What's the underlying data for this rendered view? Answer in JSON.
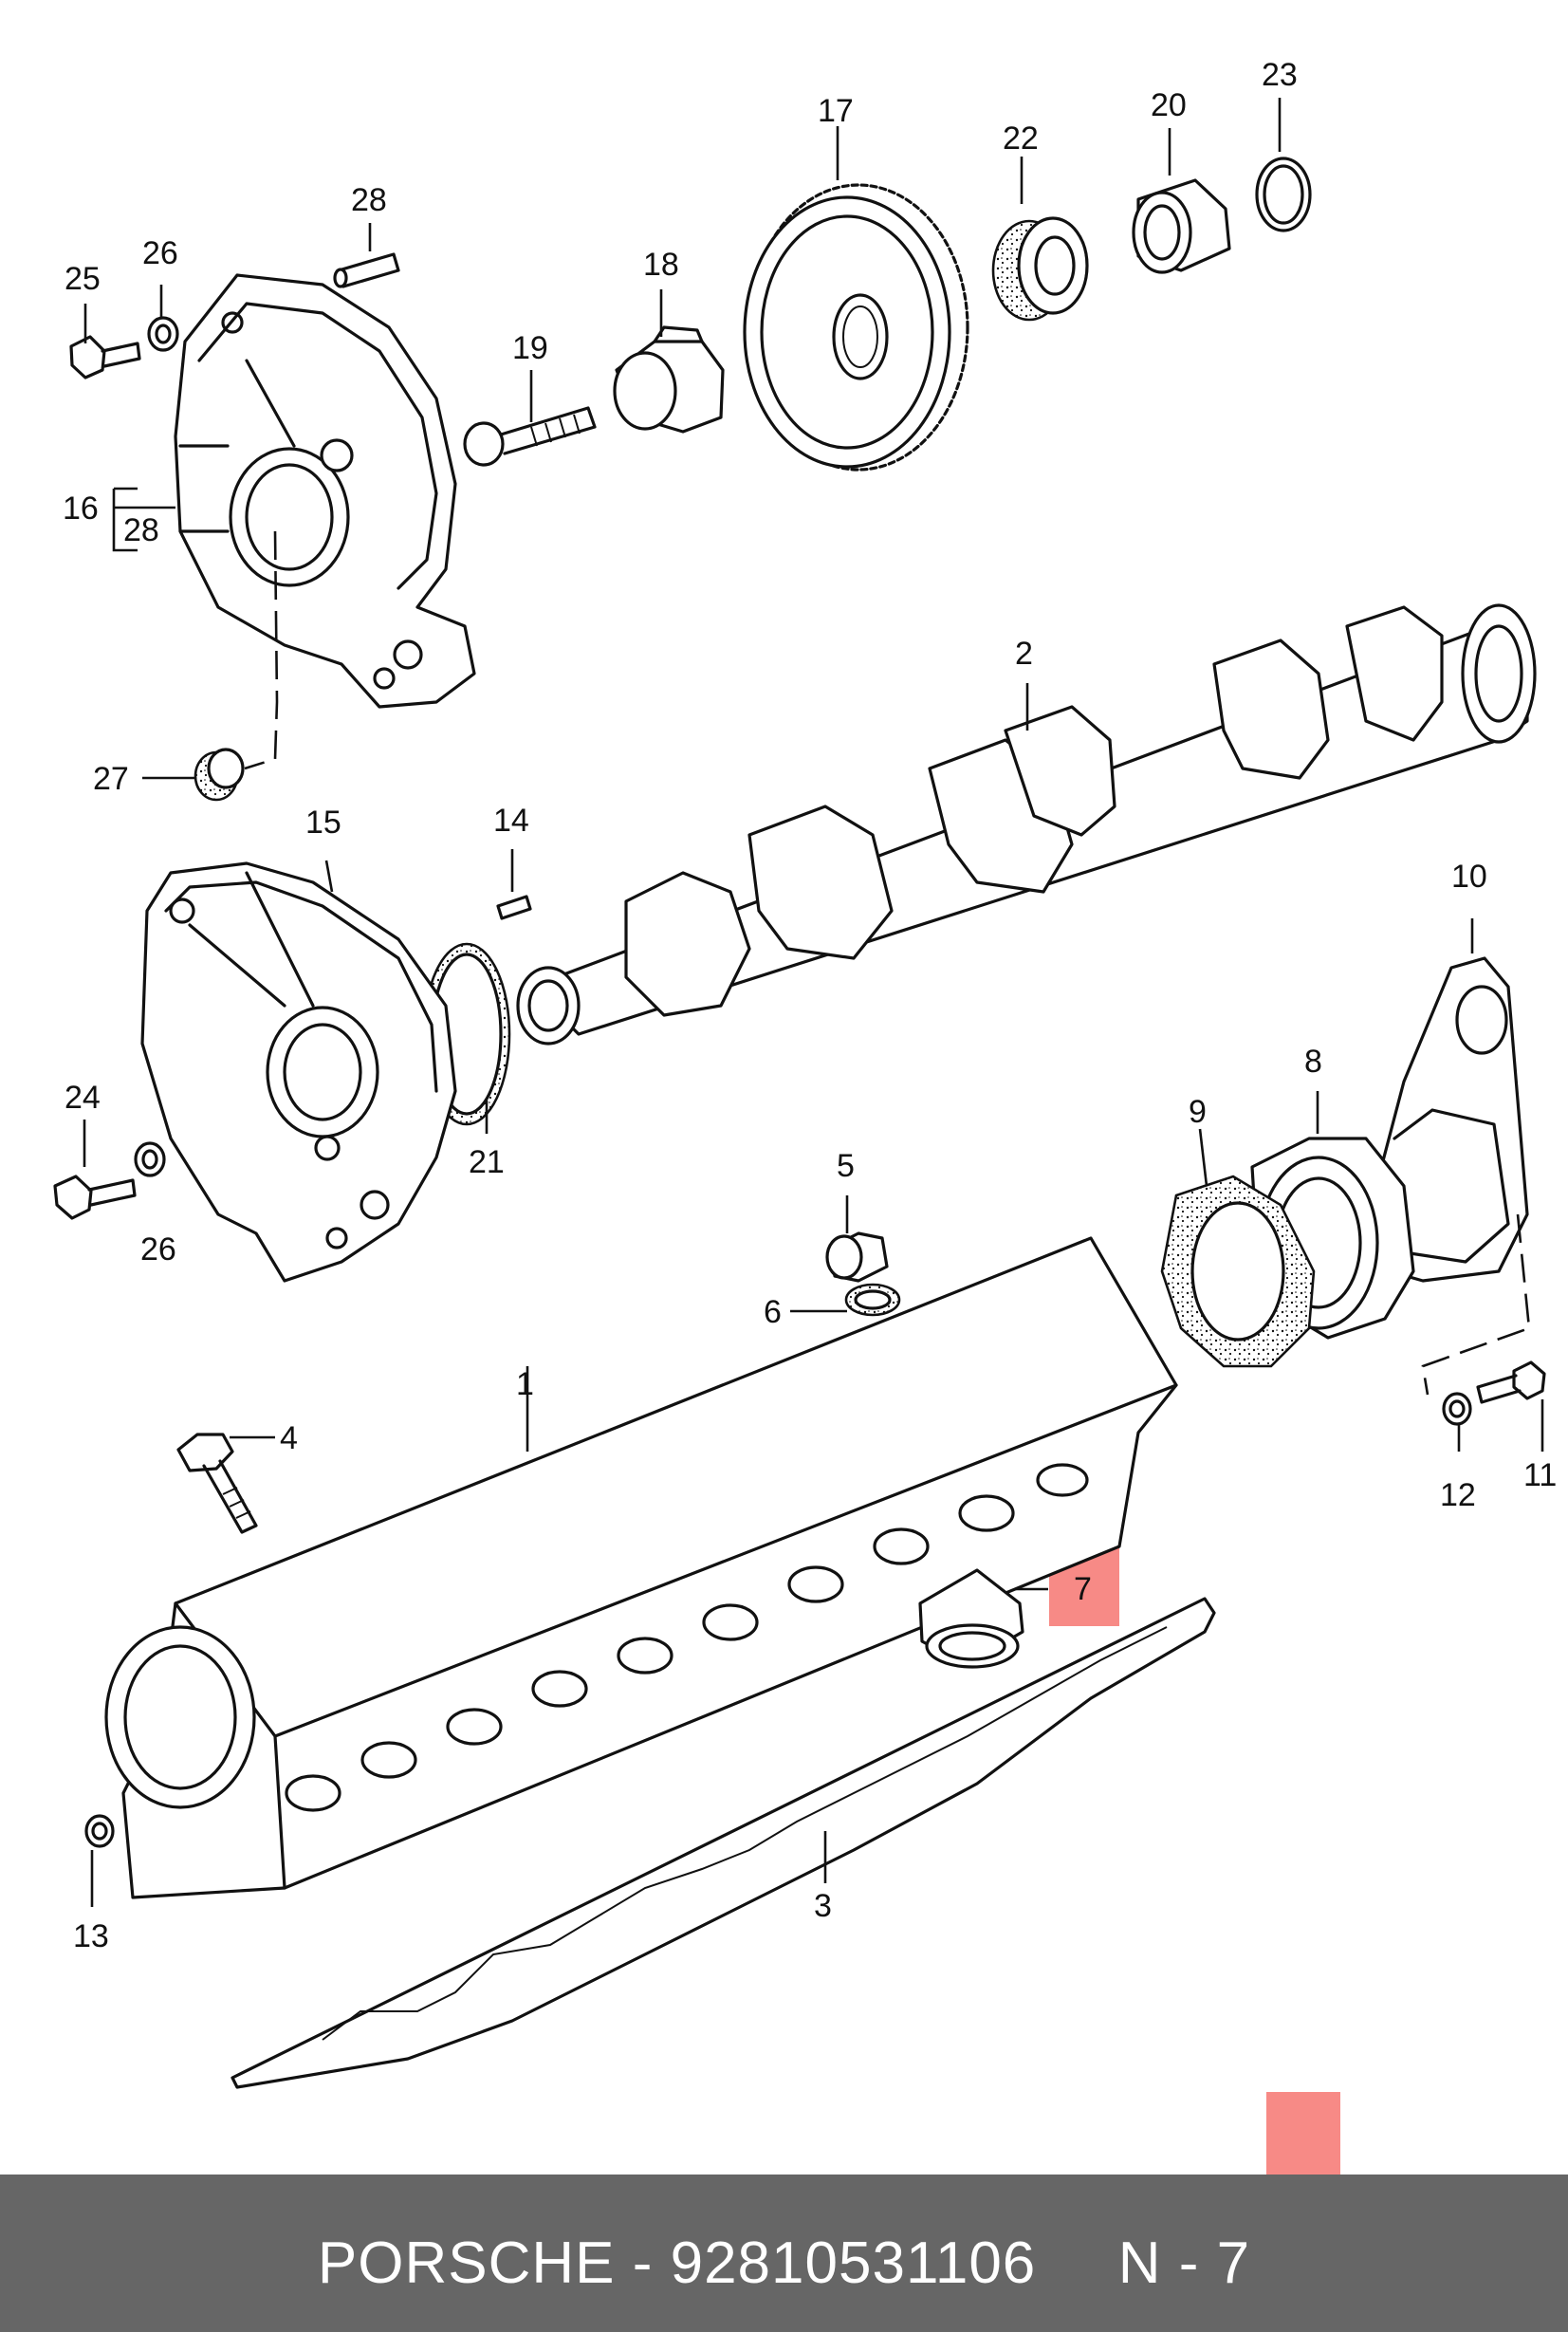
{
  "footer": {
    "brand": "PORSCHE",
    "separator": "-",
    "part_number": "92810531106",
    "position": "N - 7"
  },
  "highlight": {
    "color": "#f78a86",
    "part_label": "7"
  },
  "colors": {
    "footer_bg": "#666666",
    "footer_text": "#ffffff",
    "line": "#111111"
  },
  "callouts": [
    {
      "id": "1",
      "name": "camshaft-housing"
    },
    {
      "id": "2",
      "name": "camshaft"
    },
    {
      "id": "3",
      "name": "housing-gasket"
    },
    {
      "id": "4",
      "name": "housing-bolt"
    },
    {
      "id": "5",
      "name": "plug"
    },
    {
      "id": "6",
      "name": "plug-seal"
    },
    {
      "id": "7",
      "name": "bucket-tappet"
    },
    {
      "id": "8",
      "name": "bearing-flange"
    },
    {
      "id": "9",
      "name": "flange-gasket"
    },
    {
      "id": "10",
      "name": "cover-plate"
    },
    {
      "id": "11",
      "name": "cover-bolt"
    },
    {
      "id": "12",
      "name": "cover-washer"
    },
    {
      "id": "13",
      "name": "housing-washer"
    },
    {
      "id": "14",
      "name": "dowel-pin-lower"
    },
    {
      "id": "15",
      "name": "rear-cover"
    },
    {
      "id": "16",
      "name": "front-cover"
    },
    {
      "id": "17",
      "name": "camshaft-sprocket"
    },
    {
      "id": "18",
      "name": "sprocket-hub"
    },
    {
      "id": "19",
      "name": "sprocket-bolt"
    },
    {
      "id": "20",
      "name": "bushing"
    },
    {
      "id": "21",
      "name": "o-ring-lower"
    },
    {
      "id": "22",
      "name": "shaft-seal"
    },
    {
      "id": "23",
      "name": "o-ring-upper"
    },
    {
      "id": "24",
      "name": "rear-cover-bolt"
    },
    {
      "id": "25",
      "name": "front-cover-bolt"
    },
    {
      "id": "26",
      "name": "cover-bolt-washer"
    },
    {
      "id": "27",
      "name": "cover-plug"
    },
    {
      "id": "28",
      "name": "dowel-pin-upper"
    }
  ]
}
